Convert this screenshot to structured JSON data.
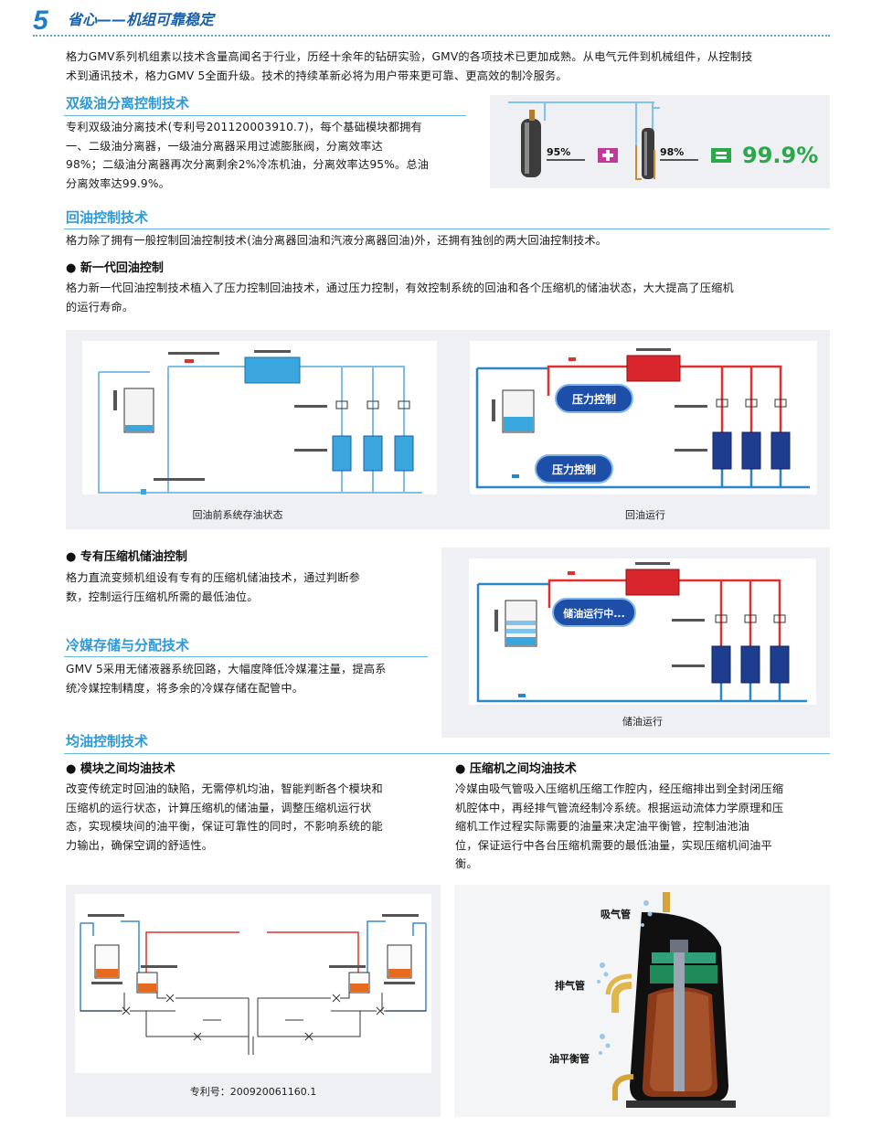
{
  "header": {
    "number": "5",
    "title": "省心——机组可靠稳定"
  },
  "intro": [
    "格力GMV系列机组素以技术含量高闻名于行业，历经十余年的钻研实验，GMV的各项技术已更加成熟。从电气元件到机械组件，从控制技",
    "术到通讯技术，格力GMV 5全面升级。技术的持续革新必将为用户带来更可靠、更高效的制冷服务。"
  ],
  "oil_sep": {
    "title": "双级油分离控制技术",
    "lines": [
      "专利双级油分离技术(专利号201120003910.7)，每个基础模块都拥有",
      "一、二级油分离器，一级油分离器采用过滤膨胀阀，分离效率达",
      "98%；二级油分离器再次分离剩余2%冷冻机油，分离效率达95%。总油",
      "分离效率达99.9%。"
    ],
    "fig": {
      "pct1": "95%",
      "pct2": "98%",
      "total": "99.9%"
    }
  },
  "oil_return": {
    "title": "回油控制技术",
    "desc": "格力除了拥有一般控制回油控制技术(油分离器回油和汽液分离器回油)外，还拥有独创的两大回油控制技术。",
    "sub1_title": "● 新一代回油控制",
    "sub1_lines": [
      "格力新一代回油控制技术植入了压力控制回油技术，通过压力控制，有效控制系统的回油和各个压缩机的储油状态，大大提高了压缩机",
      "的运行寿命。"
    ],
    "cap_before": "回油前系统存油状态",
    "cap_running": "回油运行",
    "pressure_label": "压力控制"
  },
  "oil_store": {
    "title": "● 专有压缩机储油控制",
    "lines": [
      "格力直流变频机组设有专有的压缩机储油技术，通过判断参",
      "数，控制运行压缩机所需的最低油位。"
    ],
    "running_label": "储油运行中...",
    "caption": "储油运行"
  },
  "refrigerant": {
    "title": "冷媒存储与分配技术",
    "lines": [
      "GMV  5采用无储液器系统回路，大幅度降低冷媒灌注量，提高系",
      "统冷媒控制精度，将多余的冷媒存储在配管中。"
    ]
  },
  "oil_balance": {
    "title": "均油控制技术",
    "left_title": "● 模块之间均油技术",
    "left_lines": [
      "改变传统定时回油的缺陷，无需停机均油，智能判断各个模块和",
      "压缩机的运行状态，计算压缩机的储油量，调整压缩机运行状",
      "态，实现模块间的油平衡，保证可靠性的同时，不影响系统的能",
      "力输出，确保空调的舒适性。"
    ],
    "right_title": "● 压缩机之间均油技术",
    "right_lines": [
      "冷媒由吸气管吸入压缩机压缩工作腔内，经压缩排出到全封闭压缩",
      "机腔体中，再经排气管流经制冷系统。根据运动流体力学原理和压",
      "缩机工作过程实际需要的油量来决定油平衡管，控制油池油",
      "位，保证运行中各台压缩机需要的最低油量，实现压缩机间油平",
      "衡。"
    ],
    "patent_caption": "专利号：200920061160.1",
    "comp_labels": {
      "suction": "吸气管",
      "discharge": "排气管",
      "balance": "油平衡管"
    }
  },
  "colors": {
    "accent_blue": "#2e9ad8",
    "pipe_red": "#e0302f",
    "pipe_blue": "#2b86c8",
    "compressor_navy": "#1f3d8f",
    "total_green": "#2aa84a"
  }
}
